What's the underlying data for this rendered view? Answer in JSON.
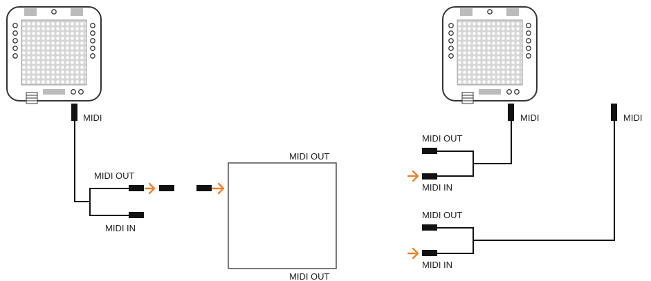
{
  "colors": {
    "accent": "#e8822a",
    "cable": "#111111",
    "device_outline": "#333333",
    "device_screen": "#d6d6d6"
  },
  "icons": [
    "controller-device-icon",
    "midi-plug-icon",
    "arrow-right-icon"
  ],
  "left_setup": {
    "device_port_label": "MIDI",
    "split_out_label": "MIDI OUT",
    "split_in_label": "MIDI IN",
    "box_top_label": "MIDI OUT",
    "box_bottom_label": "MIDI OUT"
  },
  "right_setup": {
    "device_port_label": "MIDI",
    "cable_label": "MIDI",
    "upper_out_label": "MIDI OUT",
    "upper_in_label": "MIDI IN",
    "lower_out_label": "MIDI OUT",
    "lower_in_label": "MIDI IN"
  }
}
